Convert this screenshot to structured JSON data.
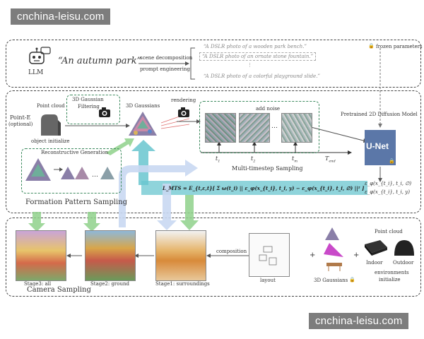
{
  "watermark": {
    "top": "cnchina-leisu.com",
    "bottom": "cnchina-leisu.com"
  },
  "top_panel": {
    "llm_label": "LLM",
    "prompt": "“An autumn park”",
    "arrow_label_1": "scene decomposition",
    "arrow_label_2": "prompt engineering",
    "sub_prompts": [
      "“A DSLR photo of a wooden park bench.”",
      "“A DSLR photo of an ornate stone fountain.”",
      "“A DSLR photo of a colorful playground slide.”"
    ],
    "frozen_label": "frozen parameters"
  },
  "middle_panel": {
    "pointe_label": "Point-E",
    "pointe_sub": "(optional)",
    "point_cloud_label": "Point cloud",
    "object_init_label": "object initialize",
    "gaussian_filter_label_1": "3D Gaussian",
    "gaussian_filter_label_2": "Filtering",
    "gaussians_label": "3D Gaussians",
    "rendering_label": "rendering",
    "add_noise_label": "add noise",
    "pretrained_label": "Pretrained 2D Diffusion Model",
    "unet_label": "U-Net",
    "timesteps": [
      "t",
      "t",
      "t",
      "T"
    ],
    "timestep_subs": [
      "1",
      "2",
      "m",
      "end"
    ],
    "multi_timestep_label": "Multi-timestep Sampling",
    "recon_label": "Reconstructive Generation",
    "formation_label": "Formation Pattern Sampling",
    "loss_formula": "L_MTS = E_{t,ε,t}[ Σ ω(t_i) || ε_φ(x_{t_i}, t_i, y) − ε_φ(x_{t_i}, t_i, ∅) ||² ]",
    "eps_out_1": "ε_φ(x_{t_i}, t_i, ∅)",
    "eps_out_2": "ε_φ(x_{t_i}, t_i, y)"
  },
  "bottom_panel": {
    "stage3_label": "Stage3: all",
    "stage2_label": "Stage2: ground",
    "stage1_label": "Stage1: surroundings",
    "composition_label": "composition",
    "layout_label": "layout",
    "gaussians_label": "3D Gaussians",
    "plus": "+",
    "point_cloud_label": "Point cloud",
    "indoor_label": "Indoor",
    "outdoor_label": "Outdoor",
    "env_label_1": "environments",
    "env_label_2": "initialize",
    "camera_label": "Camera Sampling"
  },
  "colors": {
    "green_dash": "#3d8a5e",
    "teal_arrow": "#69c6cf",
    "green_arrow": "#8fd18b",
    "blue_arrow": "#c9d8f2",
    "unet": "#5b77a8"
  }
}
